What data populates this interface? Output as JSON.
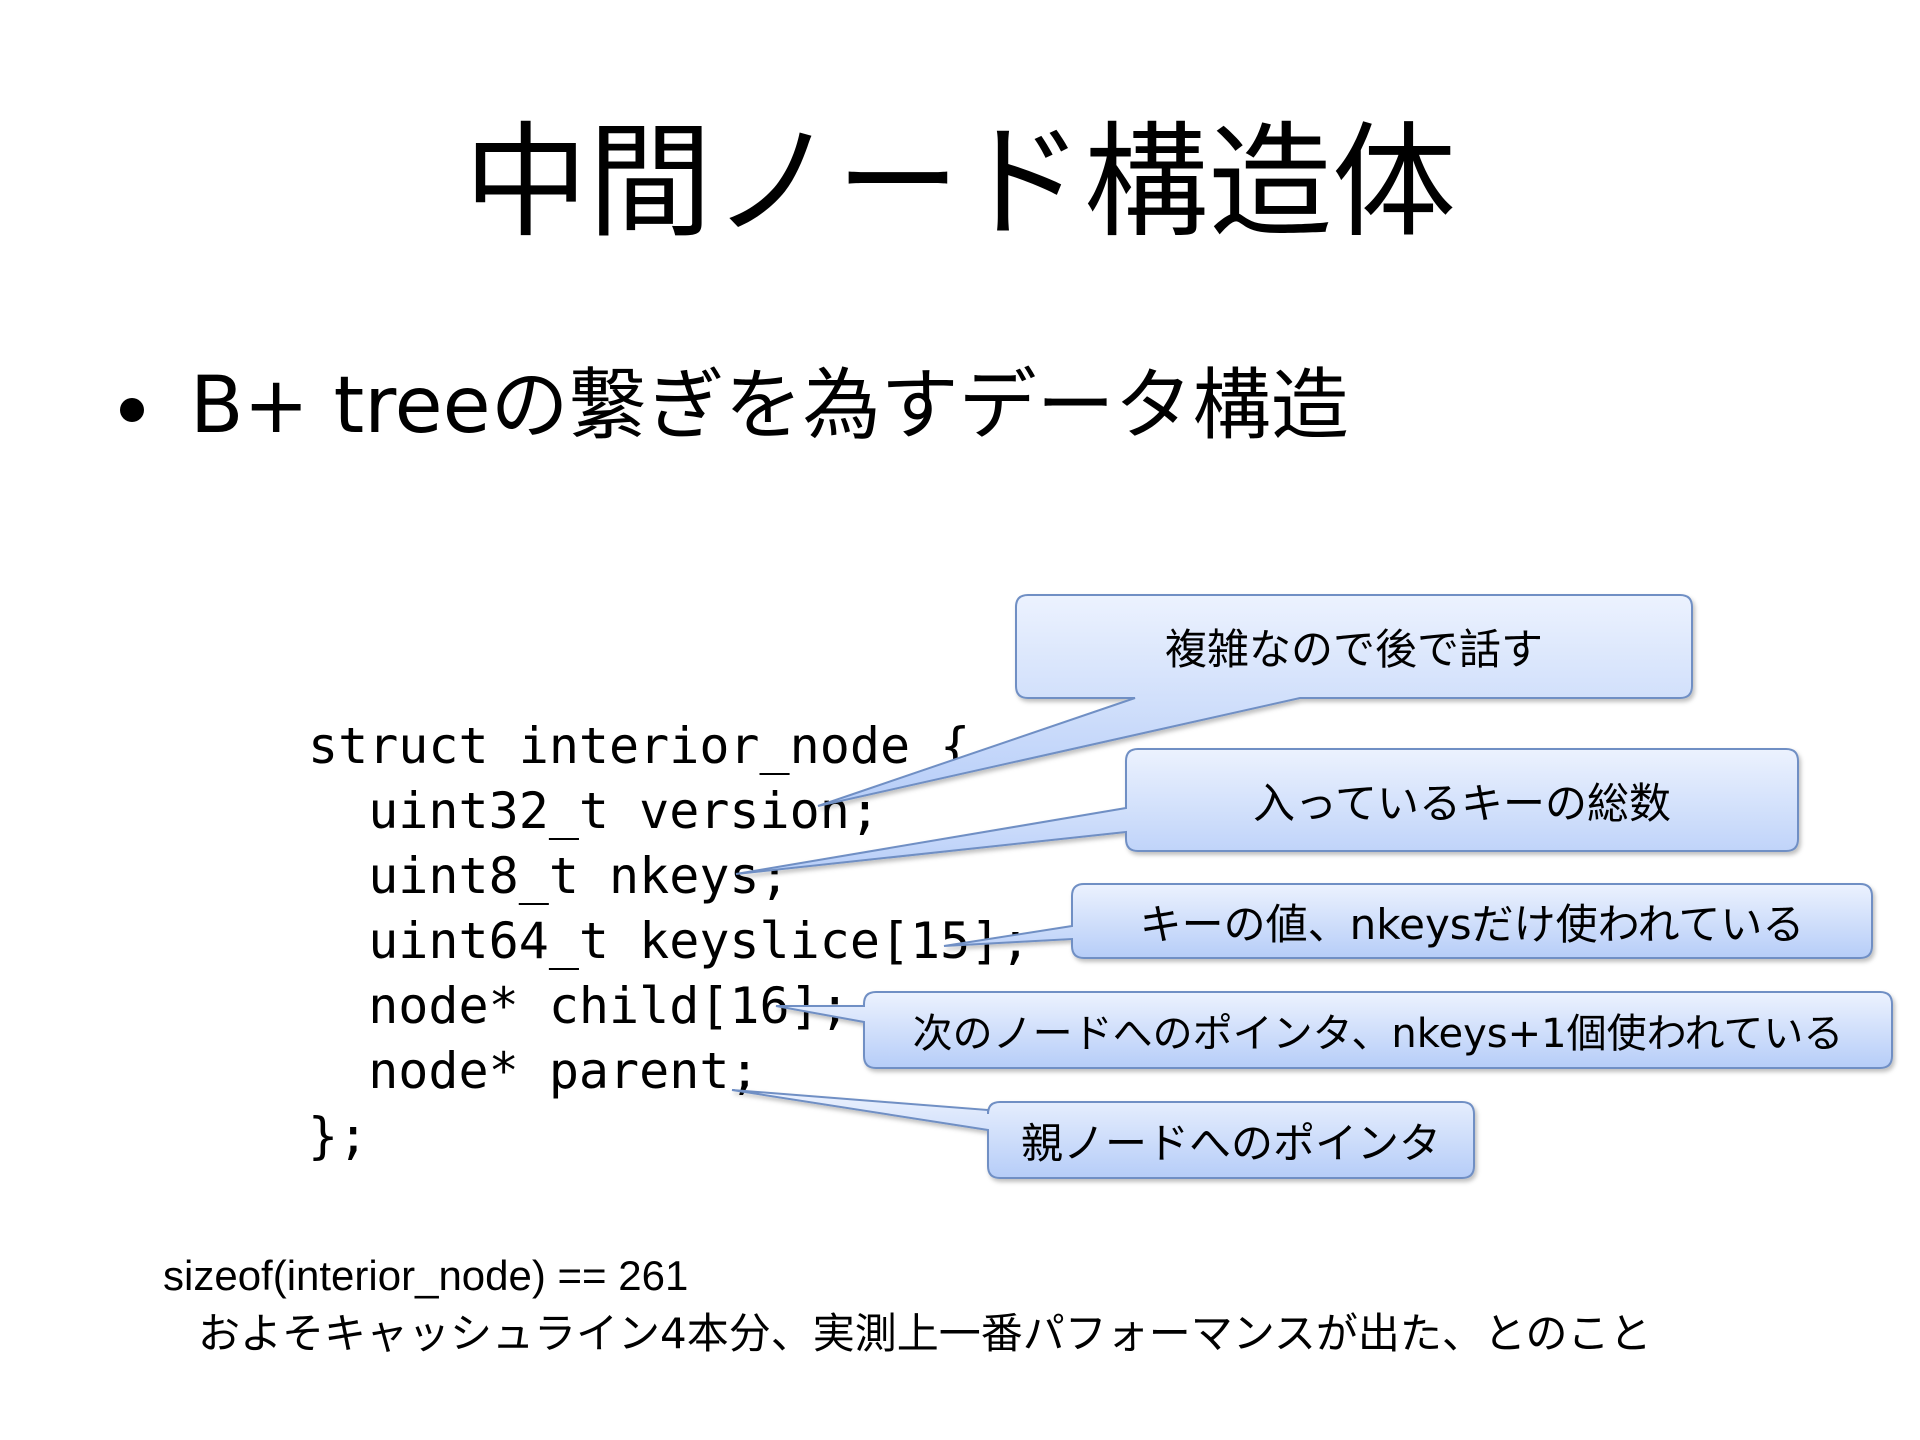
{
  "slide": {
    "title": "中間ノード構造体",
    "bullet": "B+ treeの繋ぎを為すデータ構造",
    "code_lines": [
      "struct interior_node {",
      "  uint32_t version;",
      "  uint8_t nkeys;",
      "  uint64_t keyslice[15];",
      "  node* child[16];",
      "  node* parent;",
      "};"
    ],
    "callouts": [
      "複雑なので後で話す",
      "入っているキーの総数",
      "キーの値、nkeysだけ使われている",
      "次のノードへのポインタ、nkeys+1個使われている",
      "親ノードへのポインタ"
    ],
    "footer_size": "sizeof(interior_node) == 261",
    "footer_note": "およそキャッシュライン4本分、実測上一番パフォーマンスが出た、とのこと"
  },
  "colors": {
    "callout_fill_top": "#ecf2fe",
    "callout_fill_bottom": "#b6cdf8",
    "callout_border": "#6f8fc4"
  }
}
